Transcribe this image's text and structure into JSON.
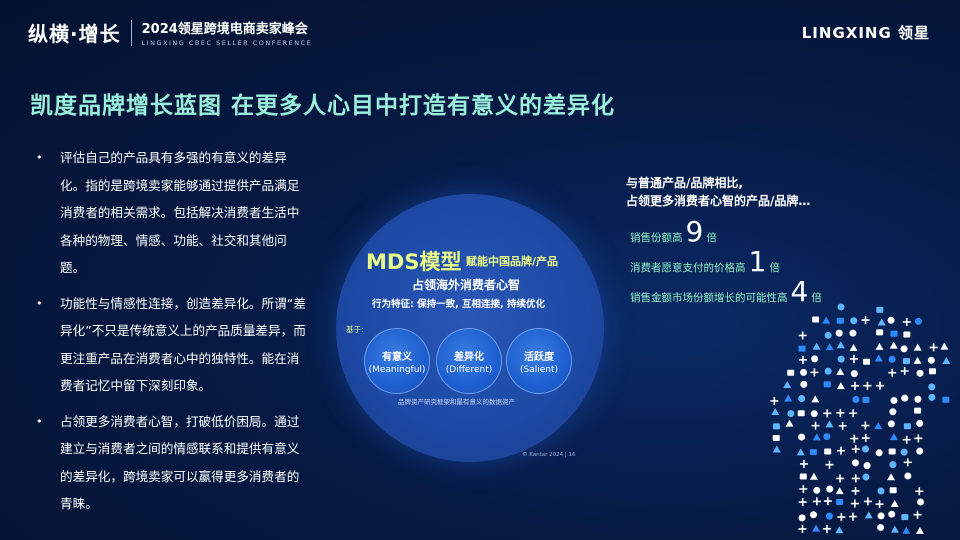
{
  "header": {
    "brand_mark": "纵横·增长",
    "event_title": "2024领星跨境电商卖家峰会",
    "event_subtitle": "LINGXING CBEC SELLER CONFERENCE",
    "logo": "LINGXING 领星"
  },
  "title": "凯度品牌增长蓝图  在更多人心目中打造有意义的差异化",
  "bullets": [
    "评估自己的产品具有多强的有意义的差异化。指的是跨境卖家能够通过提供产品满足消费者的相关需求。包括解决消费者生活中各种的物理、情感、功能、社交和其他问题。",
    "功能性与情感性连接，创造差异化。所谓“差异化”不只是传统意义上的产品质量差异，而更注重产品在消费者心中的独特性。能在消费者记忆中留下深刻印象。",
    "占领更多消费者心智，打破低价困局。通过建立与消费者之间的情感联系和提供有意义的差异化，跨境卖家可以赢得更多消费者的青睐。"
  ],
  "mds": {
    "title": "MDS模型",
    "tagline": "赋能中国品牌/产品",
    "subtitle": "占领海外消费者心智",
    "feature": "行为特征: 保持一致, 互相连接, 持续优化",
    "basis": "基于:",
    "pillars": [
      {
        "name": "有意义",
        "en": "(Meaningful)"
      },
      {
        "name": "差异化",
        "en": "(Different)"
      },
      {
        "name": "活跃度",
        "en": "(Salient)"
      }
    ],
    "source": "品牌资产研究框架和最有意义的数据资产",
    "copyright": "© Kantar 2024 | 16"
  },
  "stats": {
    "heading_line1": "与普通产品/品牌相比,",
    "heading_line2": "占领更多消费者心智的产品/品牌…",
    "items": [
      {
        "label": "销售份额高",
        "value": "9",
        "unit": "倍"
      },
      {
        "label": "消费者愿意支付的价格高",
        "value": "1",
        "unit": "倍"
      },
      {
        "label": "销售金额市场份额增长的可能性高",
        "value": "4",
        "unit": "倍"
      }
    ]
  },
  "colors": {
    "background": "#061a45",
    "title": "#9af0dc",
    "accent_yellow": "#e7fb86",
    "stat_green": "#8ff0c6",
    "circle_blue": "#1e4aa6"
  },
  "icons": [
    "head-silhouette-icon-cloud"
  ]
}
